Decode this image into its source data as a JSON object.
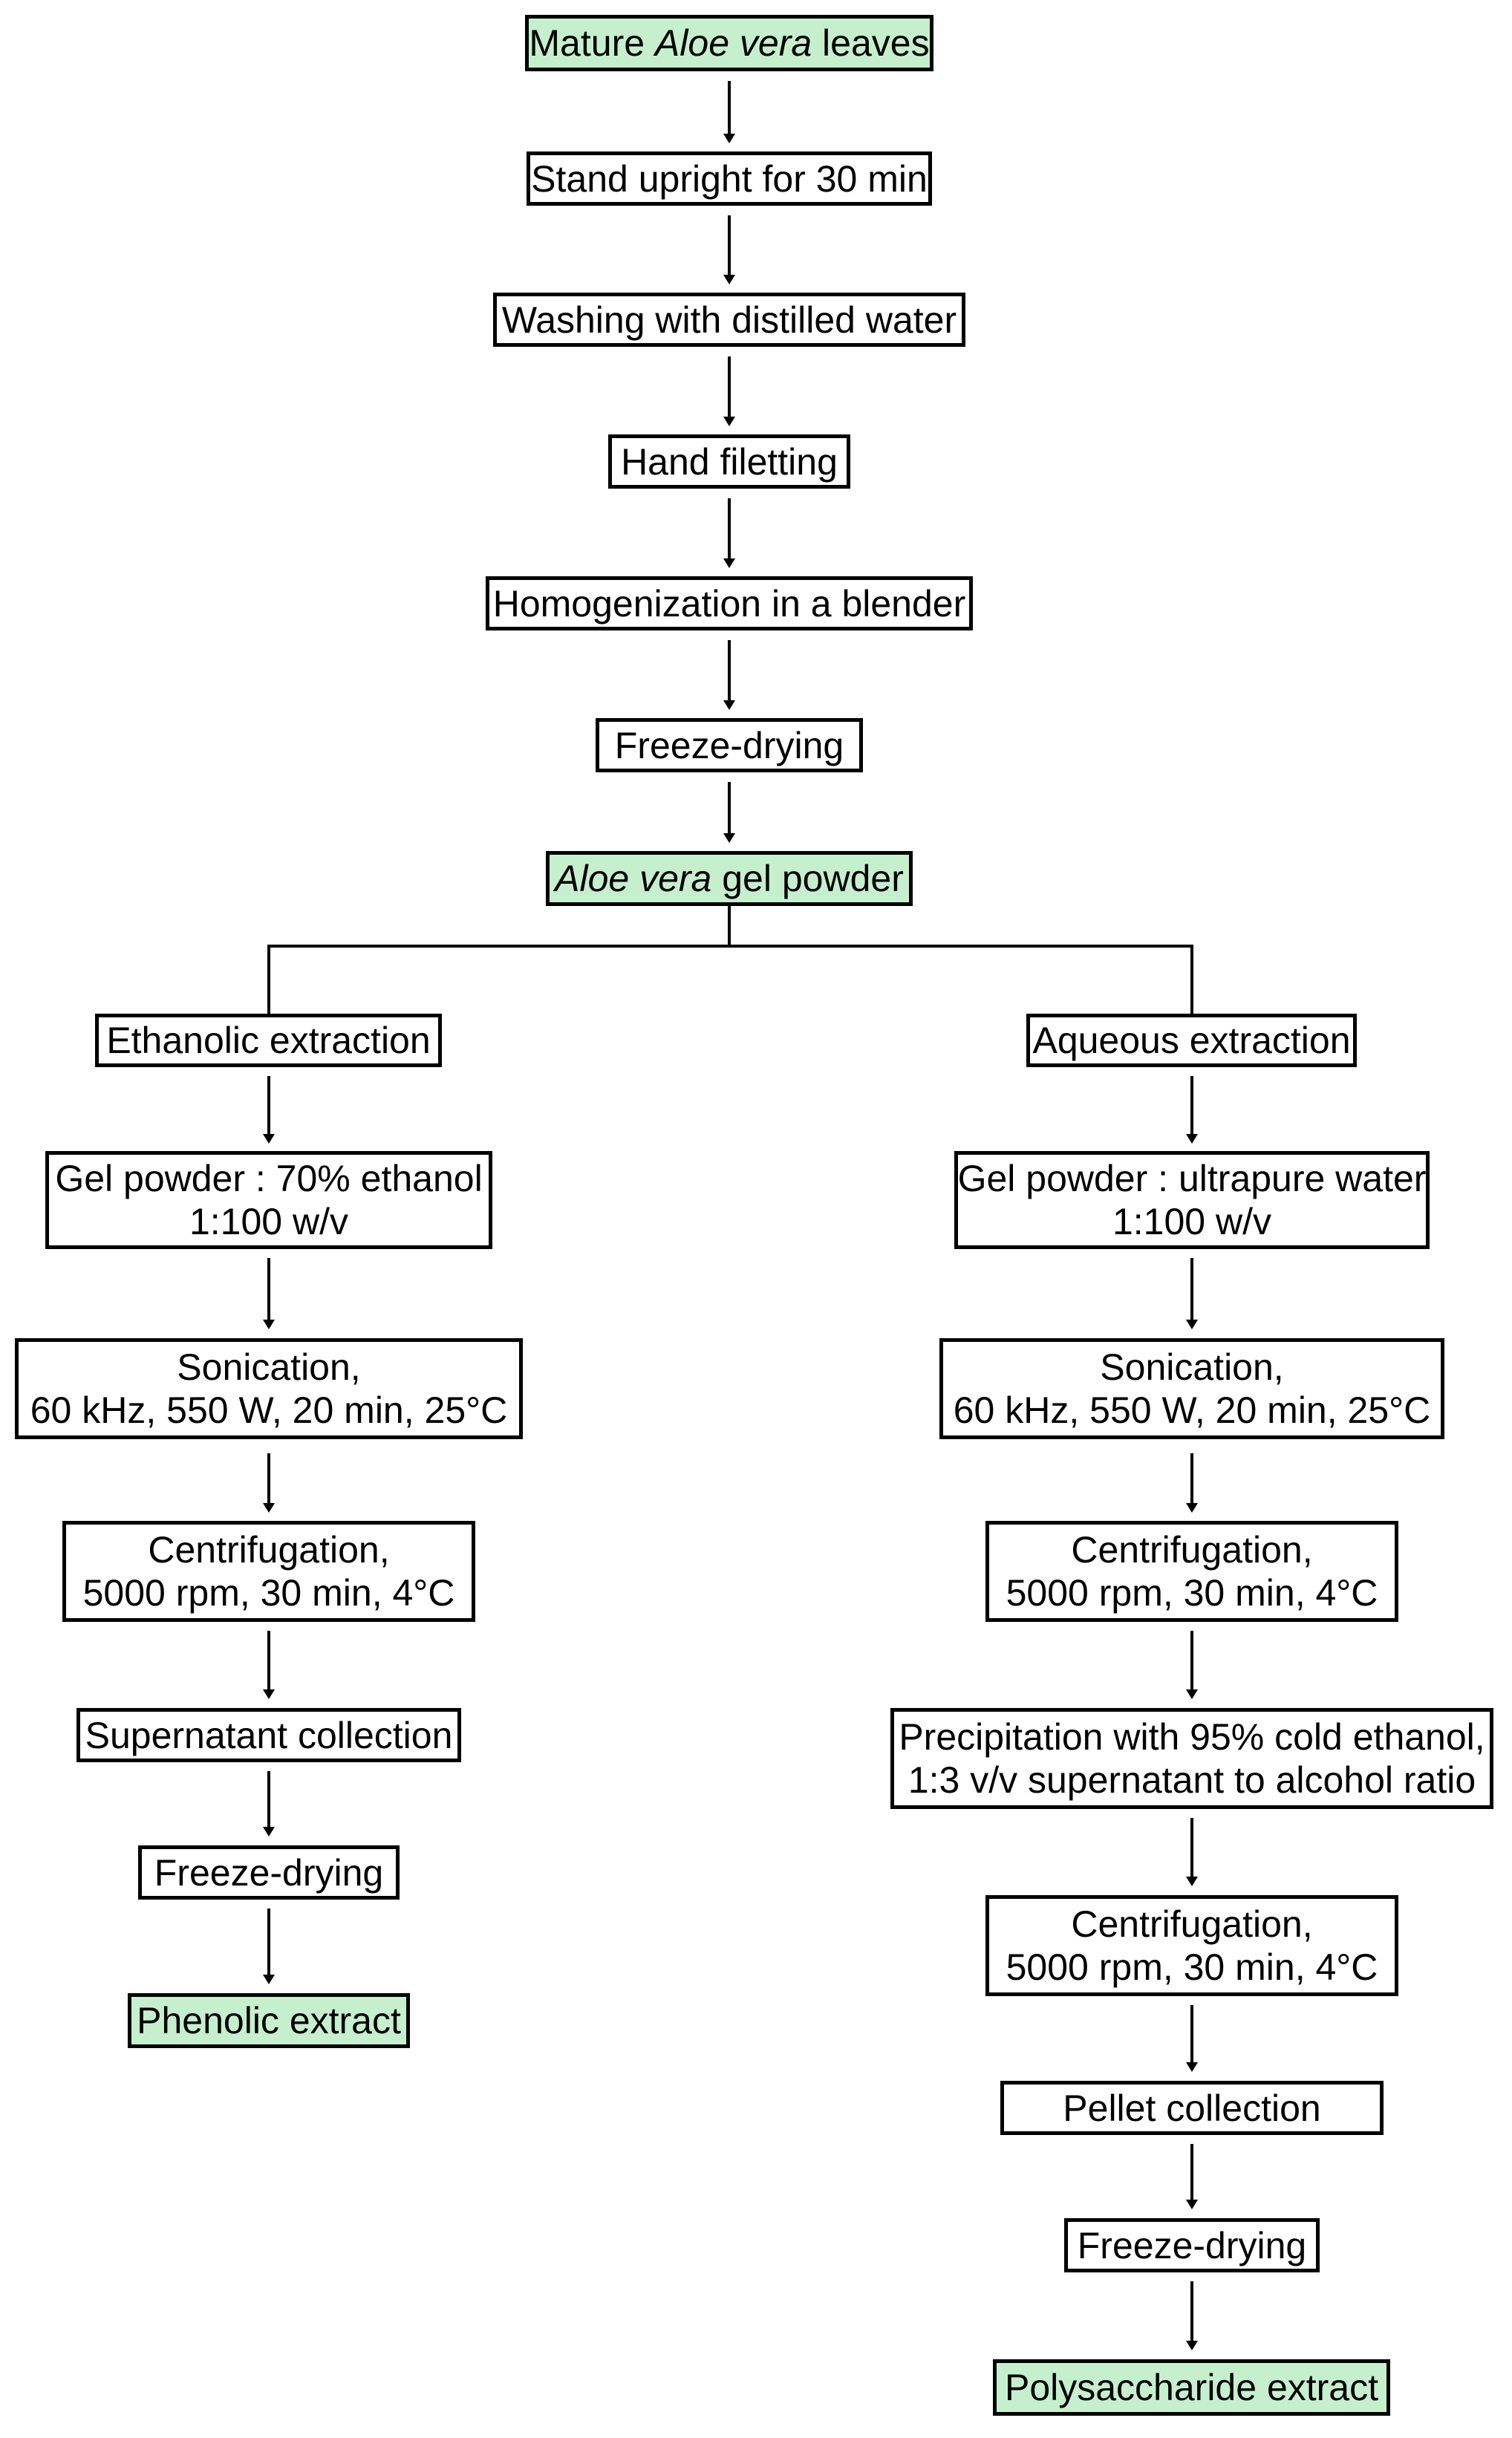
{
  "diagram_title": "Aloe vera gel extraction flowchart",
  "colors": {
    "highlight_fill": "#c6efce",
    "box_fill": "#ffffff",
    "line": "#000000",
    "text": "#000000"
  },
  "nodes": {
    "mature_leaves": {
      "pre": "Mature ",
      "italic": "Aloe vera",
      "post": " leaves"
    },
    "stand_upright": "Stand upright for 30 min",
    "washing": "Washing with distilled water",
    "hand_filetting": "Hand filetting",
    "homogenization": "Homogenization in a blender",
    "freeze_drying_top": "Freeze-drying",
    "gel_powder": {
      "italic": "Aloe vera",
      "post": " gel powder"
    },
    "ethanolic_branch": {
      "title": "Ethanolic extraction",
      "mix_line1": "Gel powder : 70% ethanol",
      "mix_line2": "1:100 w/v",
      "sonication_line1": "Sonication,",
      "sonication_line2": "60 kHz, 550 W, 20 min, 25°C",
      "centrifugation_line1": "Centrifugation,",
      "centrifugation_line2": "5000 rpm, 30 min, 4°C",
      "supernatant": "Supernatant collection",
      "freeze_drying": "Freeze-drying",
      "extract": "Phenolic extract"
    },
    "aqueous_branch": {
      "title": "Aqueous extraction",
      "mix_line1": "Gel powder : ultrapure water",
      "mix_line2": "1:100 w/v",
      "sonication_line1": "Sonication,",
      "sonication_line2": "60 kHz, 550 W, 20 min, 25°C",
      "centrifugation1_line1": "Centrifugation,",
      "centrifugation1_line2": "5000 rpm, 30 min, 4°C",
      "precipitation_line1": "Precipitation with 95% cold ethanol,",
      "precipitation_line2": "1:3 v/v supernatant to alcohol ratio",
      "centrifugation2_line1": "Centrifugation,",
      "centrifugation2_line2": "5000 rpm, 30 min, 4°C",
      "pellet": "Pellet collection",
      "freeze_drying": "Freeze-drying",
      "extract": "Polysaccharide extract"
    }
  }
}
